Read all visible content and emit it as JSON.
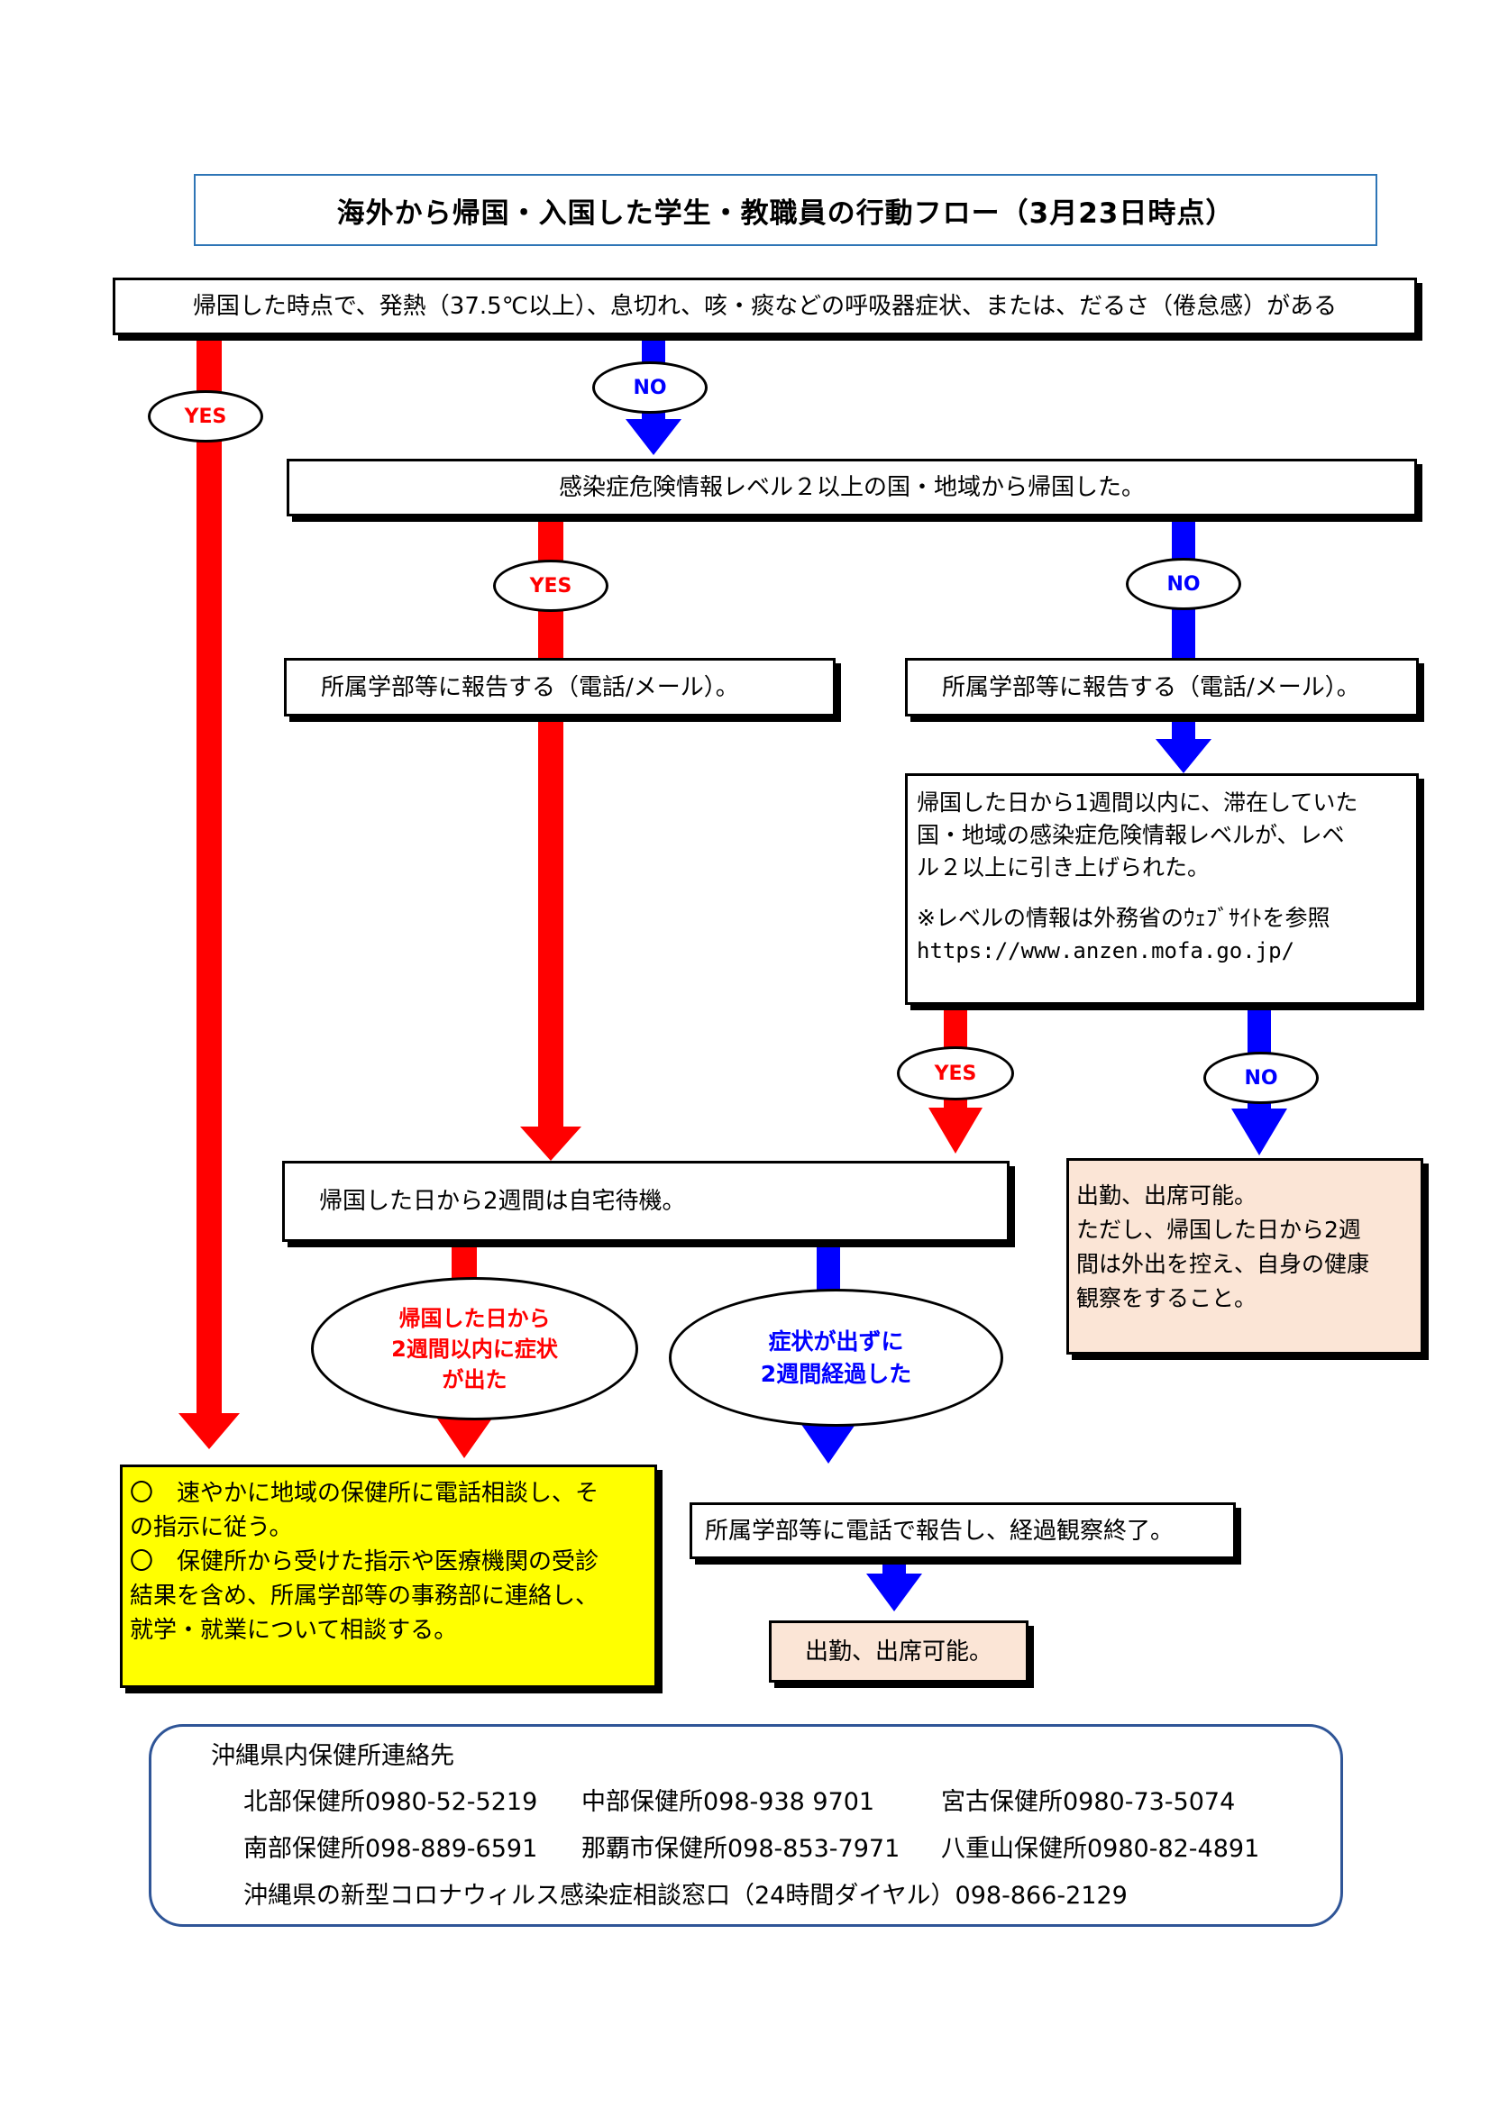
{
  "title": "海外から帰国・入国した学生・教職員の行動フロー（3月23日時点）",
  "colors": {
    "yes_arrow": "#ff0000",
    "no_arrow": "#0000ff",
    "title_border": "#2e75b6",
    "contact_border": "#2f5597",
    "advice_box": "#ffff00",
    "ok_box": "#fbe5d6"
  },
  "q1": "帰国した時点で、発熱（37.5℃以上）、息切れ、咳・痰などの呼吸器症状、または、だるさ（倦怠感）がある",
  "q2": "感染症危険情報レベル２以上の国・地域から帰国した。",
  "report_left": "所属学部等に報告する（電話/メール）。",
  "report_right": "所属学部等に報告する（電話/メール）。",
  "q3": {
    "line1": "帰国した日から1週間以内に、滞在していた",
    "line2": "国・地域の感染症危険情報レベルが、レベ",
    "line3": "ル２以上に引き上げられた。",
    "note": "※レベルの情報は外務省のｳｪﾌﾞｻｲﾄを参照",
    "url": "https://www.anzen.mofa.go.jp/"
  },
  "home_wait": "帰国した日から2週間は自宅待機。",
  "ok_no": {
    "line1": "出勤、出席可能。",
    "line2": "ただし、帰国した日から2週",
    "line3": "間は外出を控え、自身の健康",
    "line4": "観察をすること。"
  },
  "branch_symptom": {
    "line1": "帰国した日から",
    "line2": "2週間以内に症状",
    "line3": "が出た"
  },
  "branch_none": {
    "line1": "症状が出ずに",
    "line2": "2週間経過した"
  },
  "advice": {
    "bullet": "〇",
    "item1_line1": "速やかに地域の保健所に電話相談し、そ",
    "item1_line2": "の指示に従う。",
    "item2_line1": "保健所から受けた指示や医療機関の受診",
    "item2_line2": "結果を含め、所属学部等の事務部に連絡し、",
    "item2_line3": "就学・就業について相談する。"
  },
  "report_end": "所属学部等に電話で報告し、経過観察終了。",
  "ok_final": "出勤、出席可能。",
  "labels": {
    "yes": "YES",
    "no": "NO"
  },
  "contacts": {
    "heading": "沖縄県内保健所連絡先",
    "row1": [
      "北部保健所0980-52-5219",
      "中部保健所098-938 9701",
      "宮古保健所0980-73-5074"
    ],
    "row2": [
      "南部保健所098-889-6591",
      "那覇市保健所098-853-7971",
      "八重山保健所0980-82-4891"
    ],
    "hotline": "沖縄県の新型コロナウィルス感染症相談窓口（24時間ダイヤル）098-866-2129"
  }
}
